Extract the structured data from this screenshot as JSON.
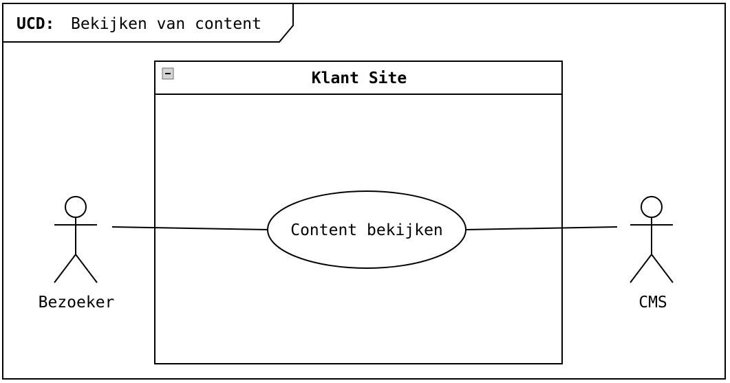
{
  "frame": {
    "prefix": "UCD:",
    "title": "Bekijken van content"
  },
  "system": {
    "title": "Klant Site",
    "collapse_icon": "minus-icon"
  },
  "use_case": {
    "label": "Content bekijken"
  },
  "actors": [
    {
      "label": "Bezoeker"
    },
    {
      "label": "CMS"
    }
  ],
  "colors": {
    "line": "#000000",
    "background": "#ffffff",
    "icon_fill": "#d4d4d4"
  }
}
